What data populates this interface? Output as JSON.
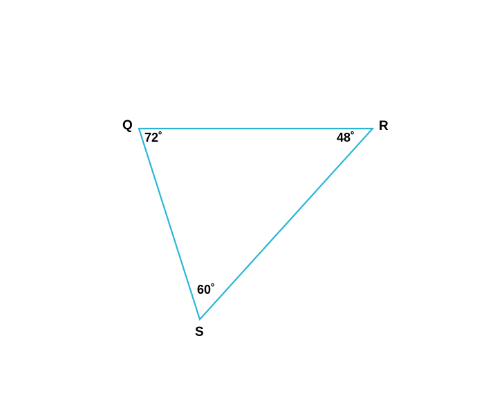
{
  "colors": {
    "background": "#ffffff",
    "triangle_stroke": "#29b6d6",
    "text": "#000000"
  },
  "vertices": {
    "q": {
      "label": "Q"
    },
    "r": {
      "label": "R"
    },
    "s": {
      "label": "S"
    }
  },
  "angles": {
    "q": "72˚",
    "r": "48˚",
    "s": "60˚"
  }
}
